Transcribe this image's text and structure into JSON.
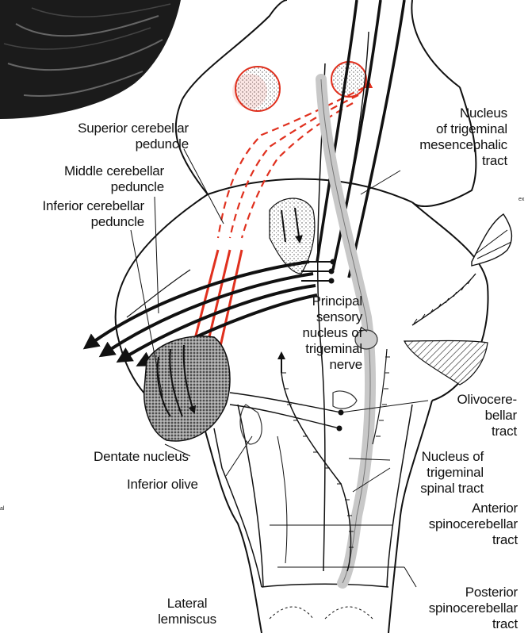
{
  "labels": {
    "superior_cerebellar_peduncle": [
      "Superior cerebellar",
      "peduncle"
    ],
    "middle_cerebellar_peduncle": [
      "Middle cerebellar",
      "peduncle"
    ],
    "inferior_cerebellar_peduncle": [
      "Inferior cerebellar",
      "peduncle"
    ],
    "nucleus_trigeminal_mesencephalic": [
      "Nucleus",
      "of trigeminal",
      "mesencephalic",
      "tract"
    ],
    "principal_sensory_nucleus": [
      "Principal",
      "sensory",
      "nucleus of",
      "trigeminal",
      "nerve"
    ],
    "olivocerebellar_tract": [
      "Olivocere-",
      "bellar",
      "tract"
    ],
    "nucleus_trigeminal_spinal": [
      "Nucleus of",
      "trigeminal",
      "spinal tract"
    ],
    "anterior_spinocerebellar": [
      "Anterior",
      "spinocerebellar",
      "tract"
    ],
    "posterior_spinocerebellar": [
      "Posterior",
      "spinocerebellar",
      "tract"
    ],
    "dentate_nucleus": "Dentate nucleus",
    "inferior_olive": "Inferior olive",
    "lateral_lemniscus": [
      "Lateral",
      "lemniscus"
    ]
  },
  "cropped_fragments": [
    "ex",
    "al"
  ],
  "colors": {
    "pathway_red": "#e0301e",
    "ink": "#111111",
    "paper": "#ffffff"
  }
}
